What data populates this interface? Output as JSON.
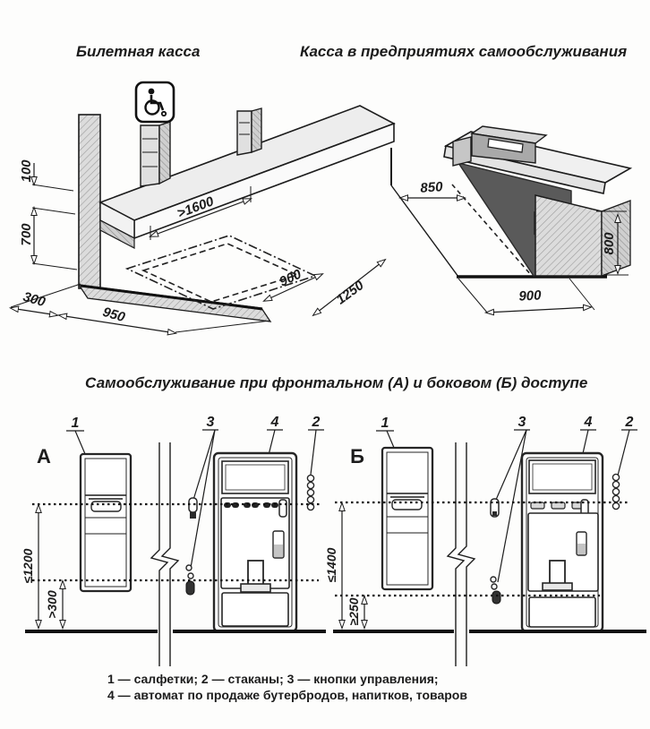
{
  "titles": {
    "left": "Билетная касса",
    "right": "Касса в предприятиях самообслуживания",
    "bottom_section": "Самообслуживание при фронтальном (А) и боковом (Б) доступе"
  },
  "ticket_office": {
    "dim_top_thickness": "100",
    "dim_knee_height": "700",
    "dim_wall_offset": "300",
    "dim_depth": "950",
    "dim_counter_length": ">1600",
    "dim_clear_width": "900",
    "dim_clear_length": "1250"
  },
  "self_service_counter": {
    "dim_edge_offset": "850",
    "dim_height": "800",
    "dim_clear_width": "900"
  },
  "elevation_a": {
    "label": "А",
    "callout_1": "1",
    "callout_2": "2",
    "callout_3": "3",
    "callout_4": "4",
    "dim_reach_height": "≤1200",
    "dim_bottom_clearance": ">300"
  },
  "elevation_b": {
    "label": "Б",
    "callout_1": "1",
    "callout_2": "2",
    "callout_3": "3",
    "callout_4": "4",
    "dim_reach_height": "≤1400",
    "dim_bottom_clearance": "≥250"
  },
  "legend": {
    "line1": "1 — салфетки; 2 — стаканы; 3 — кнопки управления;",
    "line2": "4 — автомат по продаже бутербродов, напитков, товаров"
  },
  "icons": {
    "wheelchair_sign": "♿"
  },
  "colors": {
    "ink": "#1c1c1c",
    "wall_grey": "#d9d9d9",
    "dark_panel": "#5a5a5a"
  }
}
